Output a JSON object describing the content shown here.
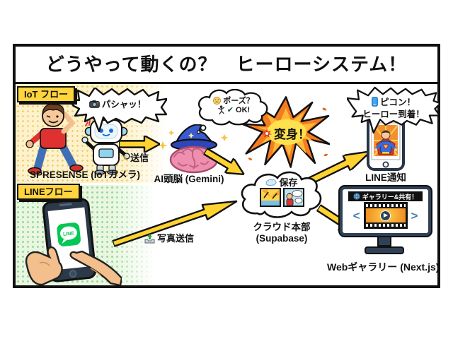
{
  "title": "どうやって動くの？　ヒーローシステム！",
  "badges": {
    "iot": "IoT フロー",
    "line": "LINEフロー"
  },
  "iot": {
    "shutter_bubble": "パシャッ！",
    "send_label": "送信",
    "camera_caption": "SPRESENSE (IoTカメラ)",
    "ai_caption": "AI頭脳 (Gemini)",
    "thought_q": "ポーズ？",
    "thought_ok": "OK!",
    "transform_label": "変身！"
  },
  "cloud": {
    "save_label": "保存",
    "caption1": "クラウド本部",
    "caption2": "(Supabase)"
  },
  "notify": {
    "bubble1": "ピコン！",
    "bubble2": "ヒーロー到着！",
    "caption": "LINE通知"
  },
  "line": {
    "logo": "LINE",
    "photo_send": "写真送信"
  },
  "gallery": {
    "banner": "ギャラリー&共有！",
    "caption": "Webギャラリー (Next.js)"
  },
  "glyphs": {
    "lightning": "⚡",
    "check": "✔",
    "play": "▶",
    "chevron_left": "<",
    "chevron_right": ">"
  },
  "icons": {
    "camera": "camera-icon",
    "thinking_face": "thinking-face-icon",
    "pose_figure": "pose-figure-icon",
    "burst": "burst-icon",
    "save_cloud": "cloud-icon",
    "upload": "upload-tray-icon",
    "phone": "phone-icon",
    "globe": "globe-icon"
  },
  "colors": {
    "accent_yellow": "#FFD43C",
    "arrow_yellow": "#FFD230",
    "line_green": "#06C755",
    "explosion_orange": "#F47C20",
    "brain_pink": "#EF8FB0",
    "hat_blue": "#3A5AD0",
    "monitor_navy": "#2F4156",
    "ink": "#111111"
  }
}
